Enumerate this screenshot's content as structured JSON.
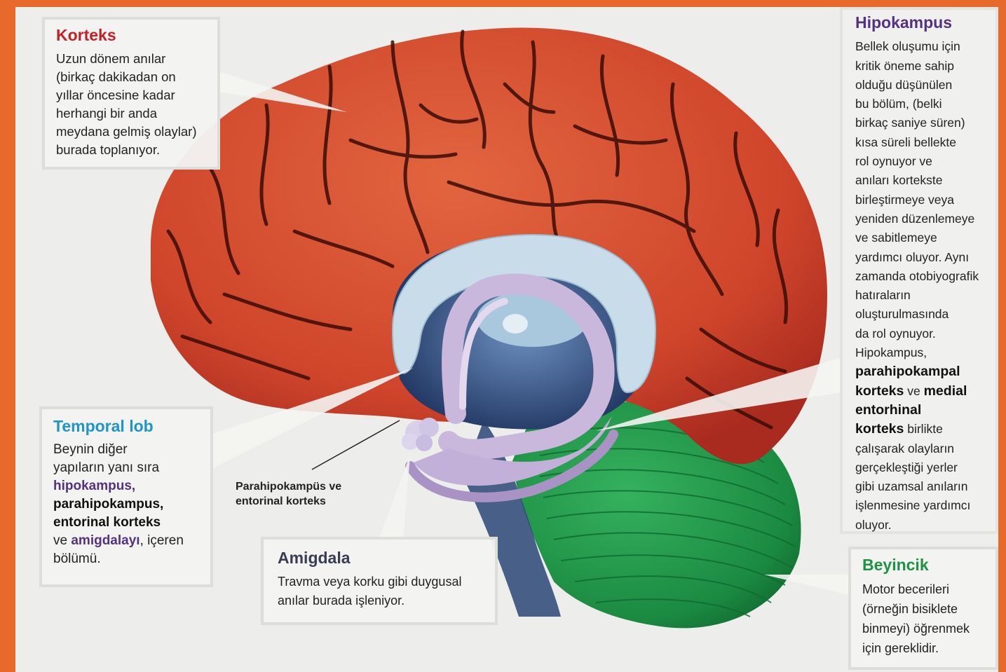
{
  "korteks": {
    "title": "Korteks",
    "lines": [
      "Uzun dönem anılar",
      "(birkaç dakikadan on",
      "yıllar öncesine kadar",
      "herhangi bir anda",
      "meydana gelmiş olaylar)",
      "burada toplanıyor."
    ]
  },
  "temporal": {
    "title": "Temporal lob",
    "l1": "Beynin diğer",
    "l2": "yapıların yanı sıra",
    "hipokampus": "hipokampus,",
    "parahipokampus": "parahipokampus,",
    "entorinal": "entorinal korteks",
    "ve": "ve ",
    "amigdala": "amigdalayı",
    "iceren": ", içeren",
    "bolumu": "bölümü."
  },
  "para_label": {
    "l1": "Parahipokampüs ve",
    "l2": "entorinal korteks"
  },
  "amigdala": {
    "title": "Amigdala",
    "l1": "Travma veya korku gibi duygusal",
    "l2": "anılar burada işleniyor."
  },
  "hipokampus": {
    "title": "Hipokampus",
    "lines": [
      "Bellek oluşumu için",
      "kritik öneme sahip",
      "olduğu düşünülen",
      "bu bölüm, (belki",
      "birkaç saniye süren)",
      "kısa süreli bellekte",
      "rol oynuyor ve",
      "anıları kortekste",
      "birleştirmeye veya",
      "yeniden düzenlemeye",
      "ve sabitlemeye",
      "yardımcı oluyor. Aynı",
      "zamanda otobiyografik",
      "hatıraların",
      "oluşturulmasında",
      "da rol oynuyor.",
      "Hipokampus,"
    ],
    "b1": "parahipokampal",
    "b2": "korteks",
    "ve_medial_ve": " ve ",
    "b3": "medial",
    "b4": "entorhinal",
    "b5": "korteks",
    "birlikte": " birlikte",
    "tail": [
      "çalışarak olayların",
      "gerçekleştiği yerler",
      "gibi uzamsal anıların",
      "işlenmesine yardımcı",
      "oluyor."
    ]
  },
  "beyincik": {
    "title": "Beyincik",
    "lines": [
      "Motor becerileri",
      "(örneğin bisiklete",
      "binmeyi) öğrenmek",
      "için gereklidir."
    ]
  },
  "colors": {
    "cortex": "#d24a2e",
    "cerebellum": "#1d8a44",
    "corpus_callosum": "#c5dce9",
    "hippocampus": "#b7a4cf"
  }
}
